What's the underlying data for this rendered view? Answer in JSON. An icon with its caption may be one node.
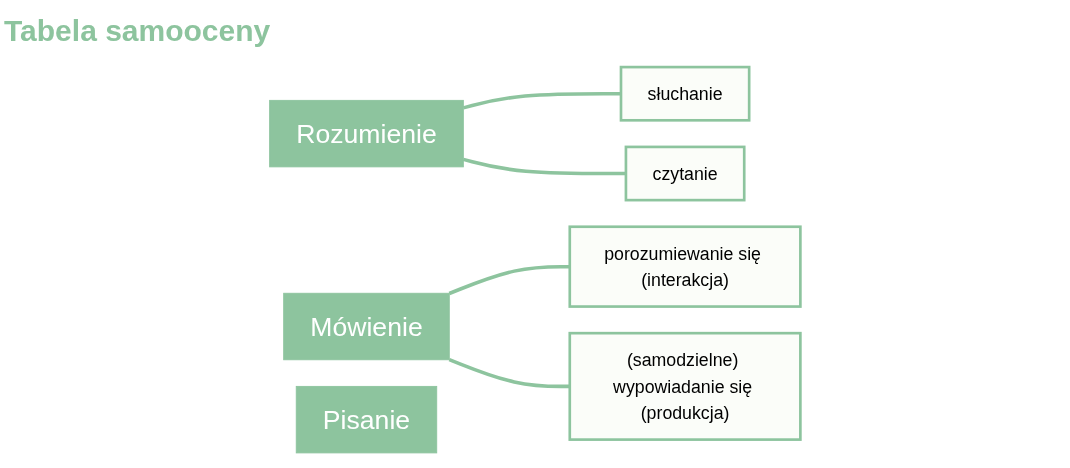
{
  "diagram": {
    "title": "Tabela samooceny",
    "nodes": [
      {
        "text": [
          "Rozumienie"
        ]
      },
      {
        "text": [
          "słuchanie"
        ]
      },
      {
        "text": [
          "czytanie"
        ]
      },
      {
        "text": [
          "Mówienie"
        ]
      },
      {
        "text": [
          "porozumiewanie się (interakcja)"
        ]
      },
      {
        "text": [
          "(samodzielne) wypowiadanie się (produkcja)"
        ]
      },
      {
        "text": [
          "Pisanie"
        ]
      }
    ],
    "edges": [
      {
        "from": 0,
        "to": 1,
        "arrow": "none"
      },
      {
        "from": 0,
        "to": 2,
        "arrow": "none"
      },
      {
        "from": 3,
        "to": 4,
        "arrow": "none"
      },
      {
        "from": 3,
        "to": 5,
        "arrow": "none"
      }
    ]
  }
}
